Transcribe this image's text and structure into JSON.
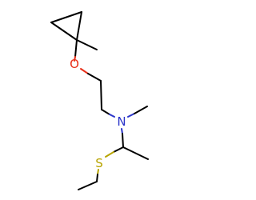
{
  "molecule": {
    "atoms": {
      "oxygen": {
        "symbol": "O",
        "color": "#e8301a"
      },
      "nitrogen": {
        "symbol": "N",
        "color": "#2b35c9"
      },
      "sulfur": {
        "symbol": "S",
        "color": "#b8a400"
      }
    },
    "bond_color": "#000000",
    "background": "#ffffff"
  }
}
